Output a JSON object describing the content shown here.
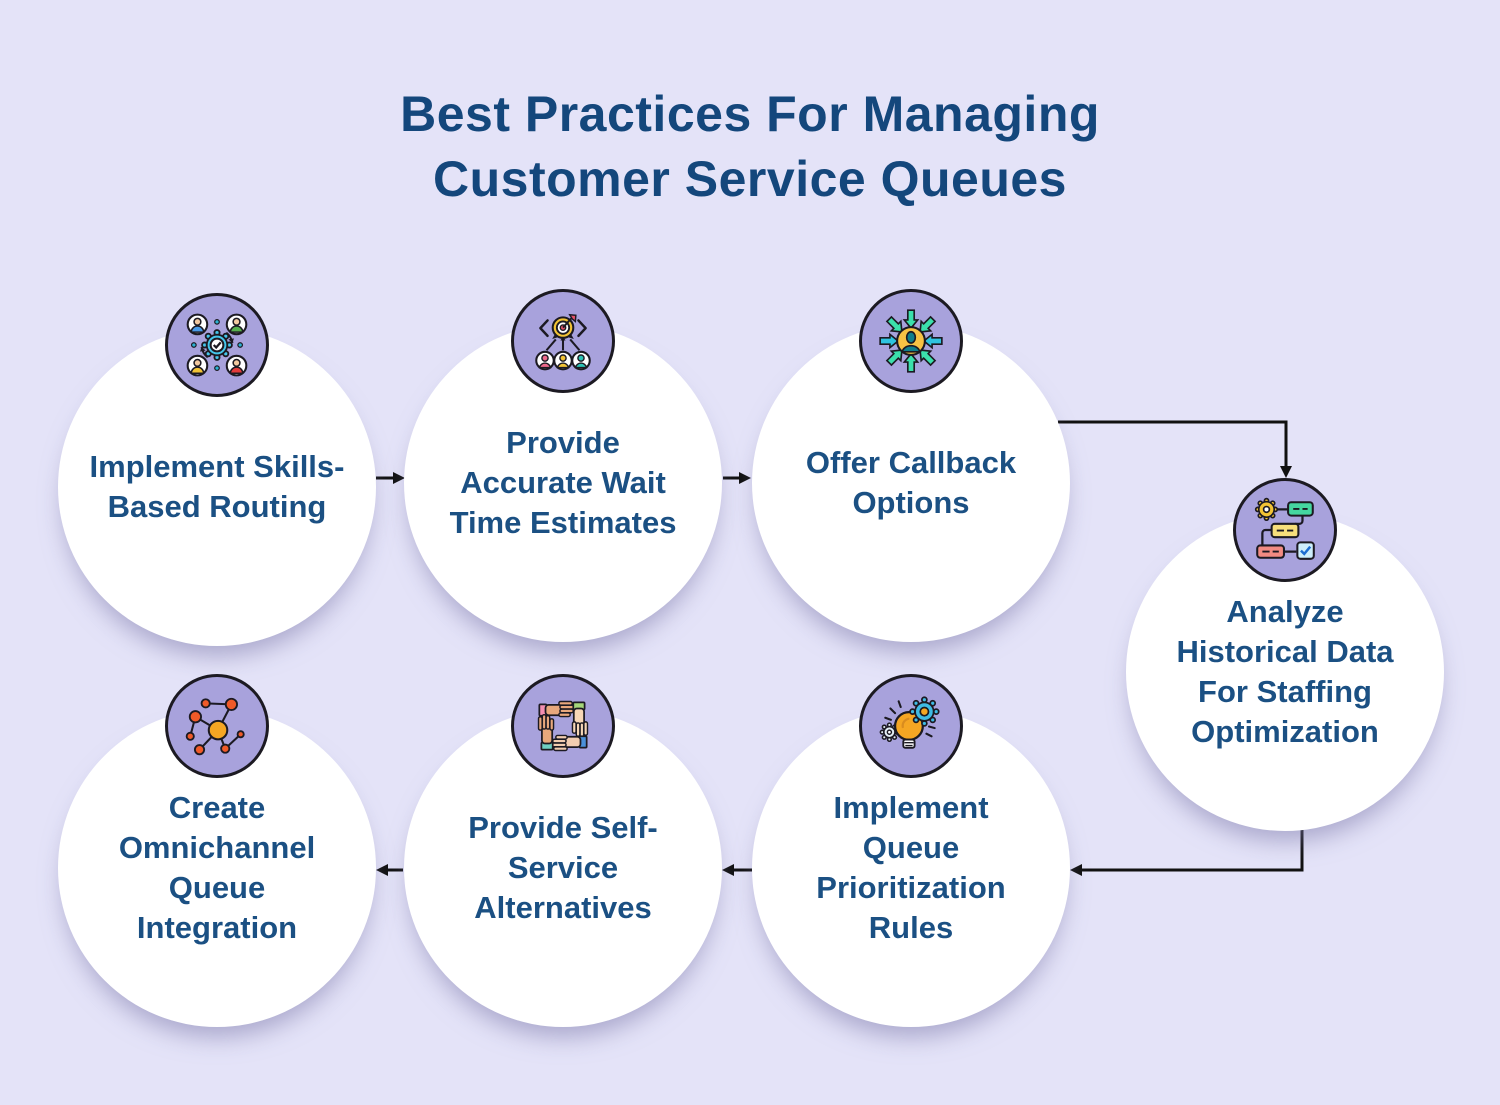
{
  "title_lines": [
    "Best Practices For Managing",
    "Customer Service Queues"
  ],
  "nodes": [
    {
      "id": 1,
      "label_lines": [
        "Implement Skills-",
        "Based Routing"
      ],
      "icon": "skills-based-routing-icon"
    },
    {
      "id": 2,
      "label_lines": [
        "Provide",
        "Accurate Wait",
        "Time Estimates"
      ],
      "icon": "wait-time-estimates-icon"
    },
    {
      "id": 3,
      "label_lines": [
        "Offer Callback",
        "Options"
      ],
      "icon": "callback-options-icon"
    },
    {
      "id": 4,
      "label_lines": [
        "Analyze",
        "Historical Data",
        "For Staffing",
        "Optimization"
      ],
      "icon": "historical-data-analysis-icon"
    },
    {
      "id": 5,
      "label_lines": [
        "Implement",
        "Queue",
        "Prioritization",
        "Rules"
      ],
      "icon": "queue-prioritization-icon"
    },
    {
      "id": 6,
      "label_lines": [
        "Provide Self-",
        "Service",
        "Alternatives"
      ],
      "icon": "self-service-hands-icon"
    },
    {
      "id": 7,
      "label_lines": [
        "Create",
        "Omnichannel",
        "Queue",
        "Integration"
      ],
      "icon": "omnichannel-network-icon"
    }
  ],
  "connections": [
    {
      "from": 1,
      "to": 2
    },
    {
      "from": 2,
      "to": 3
    },
    {
      "from": 3,
      "to": 4
    },
    {
      "from": 4,
      "to": 5
    },
    {
      "from": 5,
      "to": 6
    },
    {
      "from": 6,
      "to": 7
    }
  ],
  "colors": {
    "background": "#e4e3f8",
    "circle_fill": "#ffffff",
    "badge_fill": "#a8a2dc",
    "outline": "#1c1a22",
    "title_text": "#14477c",
    "node_text": "#1b5083",
    "connector": "#111111"
  }
}
